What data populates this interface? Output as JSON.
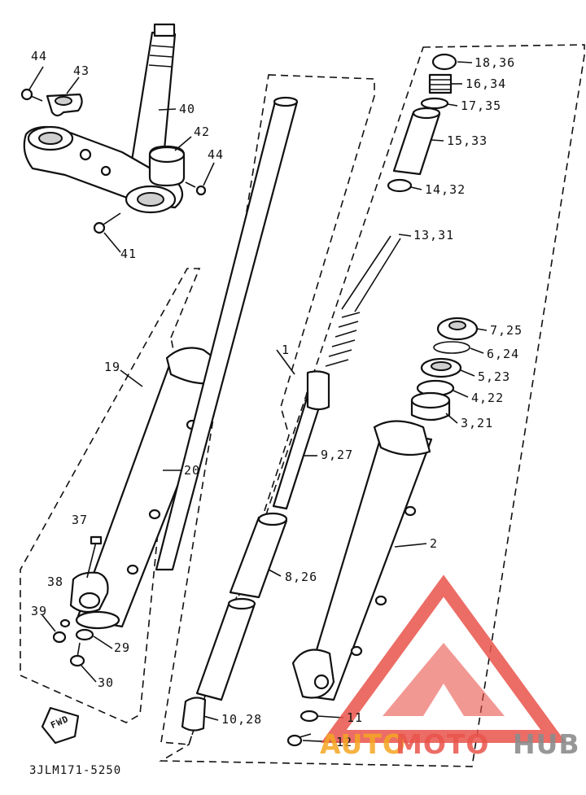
{
  "diagram": {
    "part_labels": {
      "p44a": "44",
      "p43": "43",
      "p40": "40",
      "p42": "42",
      "p44b": "44",
      "p41": "41",
      "p19": "19",
      "p20": "20",
      "p37": "37",
      "p38": "38",
      "p39": "39",
      "p29": "29",
      "p30": "30",
      "p1": "1",
      "p9_27": "9,27",
      "p8_26": "8,26",
      "p10_28": "10,28",
      "p18_36": "18,36",
      "p16_34": "16,34",
      "p17_35": "17,35",
      "p15_33": "15,33",
      "p14_32": "14,32",
      "p13_31": "13,31",
      "p7_25": "7,25",
      "p6_24": "6,24",
      "p5_23": "5,23",
      "p4_22": "4,22",
      "p3_21": "3,21",
      "p2": "2",
      "p11": "11",
      "p12": "12"
    },
    "fwd_mark": "FWD",
    "drawing_code": "3JLM171-5250"
  },
  "watermark": {
    "part1": "AUTO",
    "part2": "MOTO",
    "part3": "HUB",
    "colors": {
      "red": "#e9544b",
      "orange": "#f5a623",
      "gray": "#8c8c8c"
    }
  }
}
